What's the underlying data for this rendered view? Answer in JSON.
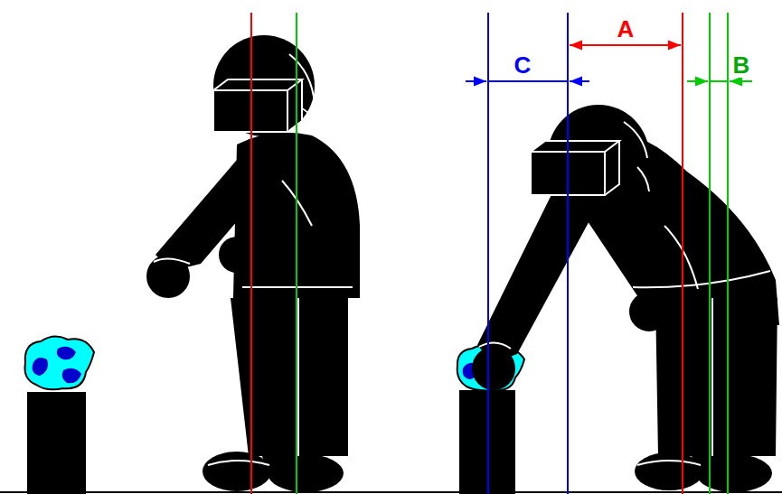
{
  "diagram": {
    "labels": [
      "C",
      "A",
      "B"
    ]
  }
}
